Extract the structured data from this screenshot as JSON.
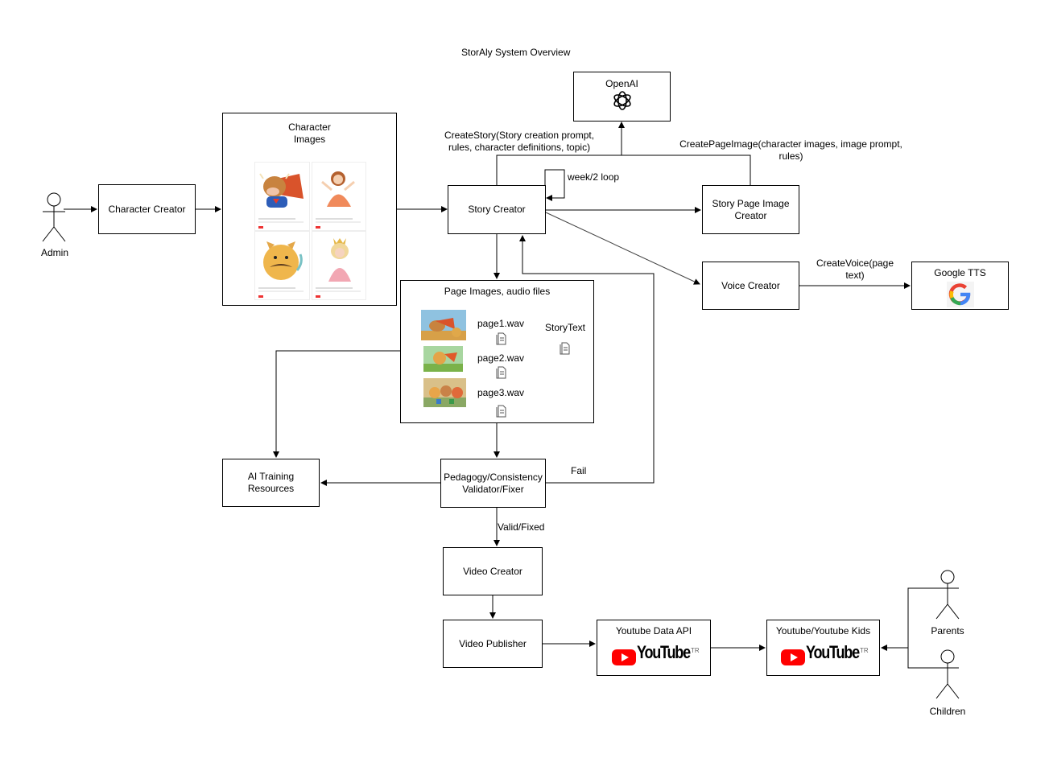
{
  "title": "StorAly System Overview",
  "actors": {
    "admin": "Admin",
    "parents": "Parents",
    "children": "Children"
  },
  "boxes": {
    "character_creator": "Character Creator",
    "character_images_title": "Character\nImages",
    "story_creator": "Story Creator",
    "story_page_image_creator": "Story Page Image\nCreator",
    "voice_creator": "Voice Creator",
    "openai": "OpenAI",
    "google_tts": "Google TTS",
    "page_images_title": "Page Images, audio files",
    "ai_training": "AI Training\nResources",
    "validator": "Pedagogy/Consistency\nValidator/Fixer",
    "video_creator": "Video Creator",
    "video_publisher": "Video Publisher",
    "youtube_data_api": "Youtube Data API",
    "youtube_kids": "Youtube/Youtube Kids"
  },
  "files": {
    "page1": "page1.wav",
    "page2": "page2.wav",
    "page3": "page3.wav",
    "story_text": "StoryText"
  },
  "edge_labels": {
    "create_story": "CreateStory(Story creation prompt,\nrules, character definitions, topic)",
    "create_page_image": "CreatePageImage(character images, image prompt,\nrules)",
    "week_loop": "week/2 loop",
    "create_voice": "CreateVoice(page\ntext)",
    "fail": "Fail",
    "valid_fixed": "Valid/Fixed"
  },
  "logos": {
    "youtube_word": "YouTube",
    "youtube_region": "TR",
    "google_letter": "G"
  },
  "icons": [
    "actor-icon",
    "openai-logo-icon",
    "google-logo-icon",
    "youtube-logo-icon",
    "file-icon"
  ]
}
